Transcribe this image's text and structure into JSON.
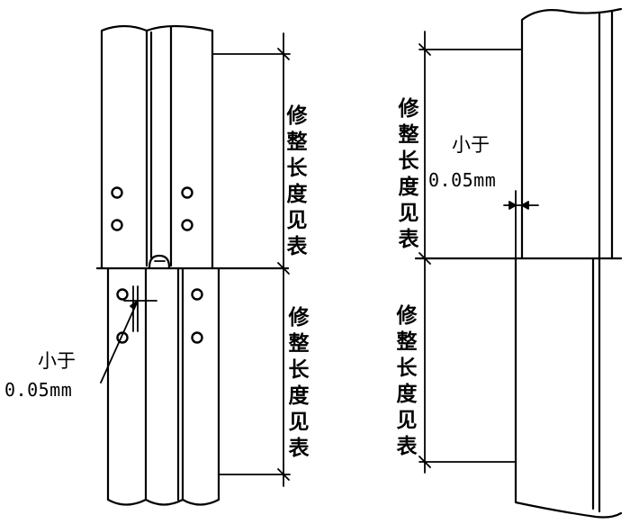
{
  "left_figure": {
    "upper_trim_label": "修整长度见表",
    "lower_trim_label": "修整长度见表",
    "gap_label_line1": "小于",
    "gap_label_line2": "0.05mm"
  },
  "right_figure": {
    "upper_trim_label": "修整长度见表",
    "lower_trim_label": "修整长度见表",
    "gap_label_line1": "小于",
    "gap_label_line2": "0.05mm"
  }
}
